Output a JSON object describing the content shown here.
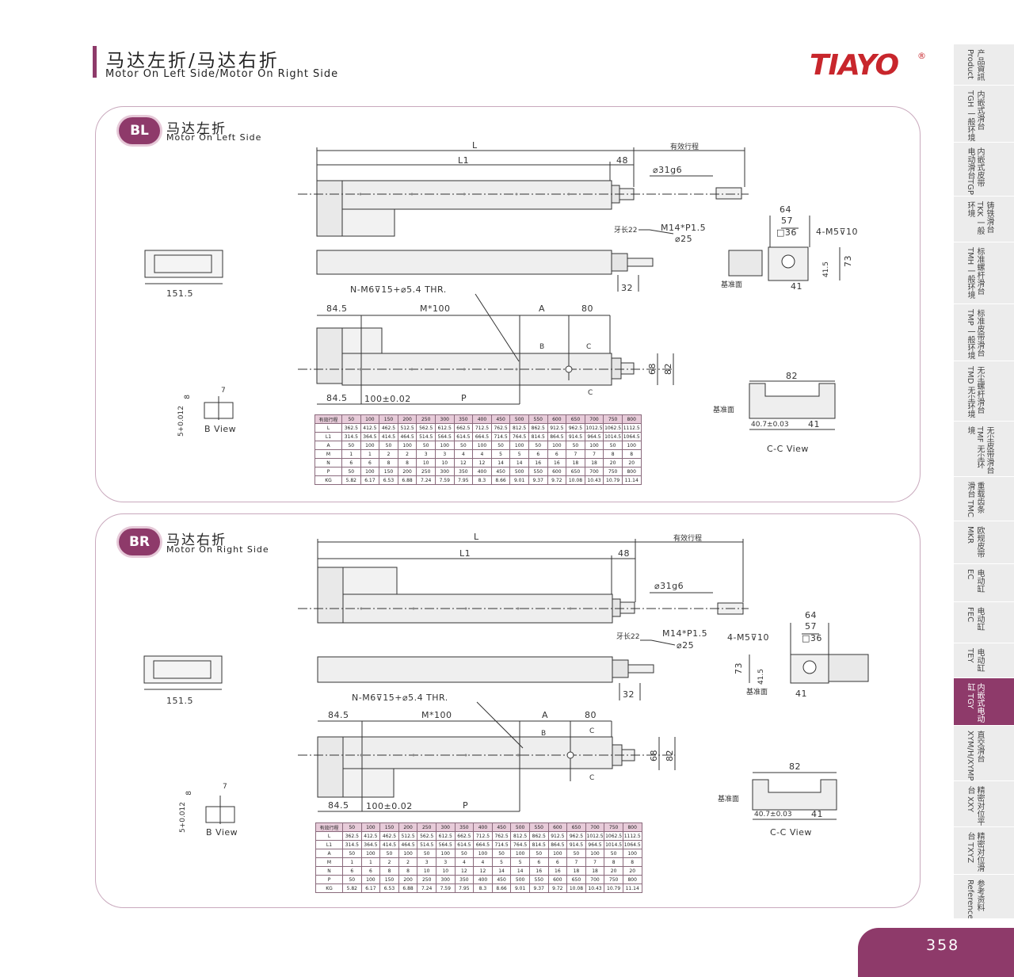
{
  "header": {
    "title_zh": "马达左折/马达右折",
    "title_en": "Motor On Left Side/Motor On Right Side",
    "logo_text": "TIAYO",
    "logo_reg": "®"
  },
  "sections": [
    {
      "badge": "BL",
      "title_zh": "马达左折",
      "title_en": "Motor On Left Side",
      "dims": {
        "L": "L",
        "L1": "L1",
        "d48": "48",
        "stroke": "有效行程",
        "shaft": "⌀31g6",
        "thread_len": "牙长22",
        "m14": "M14*P1.5",
        "d25": "⌀25",
        "d32": "32",
        "d151": "151.5",
        "d64": "64",
        "d57": "57",
        "sq36": "□36",
        "m5": "4-M5⊽10",
        "d73": "73",
        "d41_5": "41.5",
        "d41": "41",
        "ref": "基准面",
        "nm6": "N-M6⊽15+⌀5.4  THR.",
        "d84": "84.5",
        "m100": "M*100",
        "A": "A",
        "d80": "80",
        "B": "B",
        "C": "C",
        "d68": "68",
        "d82": "82",
        "p100": "100±0.02",
        "P": "P",
        "d7": "7",
        "d8": "8",
        "tol": "5+0.012",
        "b_view": "B  View",
        "cd82": "82",
        "c407": "40.7±0.03",
        "c41": "41",
        "cc_view": "C-C  View"
      }
    },
    {
      "badge": "BR",
      "title_zh": "马达右折",
      "title_en": "Motor On Right Side",
      "dims": {
        "L": "L",
        "L1": "L1",
        "d48": "48",
        "stroke": "有效行程",
        "shaft": "⌀31g6",
        "thread_len": "牙长22",
        "m14": "M14*P1.5",
        "d25": "⌀25",
        "d32": "32",
        "d151": "151.5",
        "d64": "64",
        "d57": "57",
        "sq36": "□36",
        "m5": "4-M5⊽10",
        "d73": "73",
        "d41_5": "41.5",
        "d41": "41",
        "ref": "基准面",
        "nm6": "N-M6⊽15+⌀5.4  THR.",
        "d84": "84.5",
        "m100": "M*100",
        "A": "A",
        "d80": "80",
        "B": "B",
        "C": "C",
        "d68": "68",
        "d82": "82",
        "p100": "100±0.02",
        "P": "P",
        "d7": "7",
        "d8": "8",
        "tol": "5+0.012",
        "b_view": "B  View",
        "cd82": "82",
        "c407": "40.7±0.03",
        "c41": "41",
        "cc_view": "C-C  View"
      }
    }
  ],
  "table": {
    "header_label": "有效行程",
    "strokes": [
      "50",
      "100",
      "150",
      "200",
      "250",
      "300",
      "350",
      "400",
      "450",
      "500",
      "550",
      "600",
      "650",
      "700",
      "750",
      "800"
    ],
    "rows": [
      {
        "label": "L",
        "values": [
          "362.5",
          "412.5",
          "462.5",
          "512.5",
          "562.5",
          "612.5",
          "662.5",
          "712.5",
          "762.5",
          "812.5",
          "862.5",
          "912.5",
          "962.5",
          "1012.5",
          "1062.5",
          "1112.5"
        ]
      },
      {
        "label": "L1",
        "values": [
          "314.5",
          "364.5",
          "414.5",
          "464.5",
          "514.5",
          "564.5",
          "614.5",
          "664.5",
          "714.5",
          "764.5",
          "814.5",
          "864.5",
          "914.5",
          "964.5",
          "1014.5",
          "1064.5"
        ]
      },
      {
        "label": "A",
        "values": [
          "50",
          "100",
          "50",
          "100",
          "50",
          "100",
          "50",
          "100",
          "50",
          "100",
          "50",
          "100",
          "50",
          "100",
          "50",
          "100"
        ]
      },
      {
        "label": "M",
        "values": [
          "1",
          "1",
          "2",
          "2",
          "3",
          "3",
          "4",
          "4",
          "5",
          "5",
          "6",
          "6",
          "7",
          "7",
          "8",
          "8"
        ]
      },
      {
        "label": "N",
        "values": [
          "6",
          "6",
          "8",
          "8",
          "10",
          "10",
          "12",
          "12",
          "14",
          "14",
          "16",
          "16",
          "18",
          "18",
          "20",
          "20"
        ]
      },
      {
        "label": "P",
        "values": [
          "50",
          "100",
          "150",
          "200",
          "250",
          "300",
          "350",
          "400",
          "450",
          "500",
          "550",
          "600",
          "650",
          "700",
          "750",
          "800"
        ]
      },
      {
        "label": "KG",
        "values": [
          "5.82",
          "6.17",
          "6.53",
          "6.88",
          "7.24",
          "7.59",
          "7.95",
          "8.3",
          "8.66",
          "9.01",
          "9.37",
          "9.72",
          "10.08",
          "10.43",
          "10.79",
          "11.14"
        ]
      }
    ]
  },
  "side_tabs": [
    {
      "label": "产品資訊 Product",
      "active": false
    },
    {
      "label": "内嵌式滑台TGH 一般环境",
      "active": false
    },
    {
      "label": "内嵌式皮带 电动滑台TGP",
      "active": false
    },
    {
      "label": "铸铁滑台TKK 一般环境",
      "active": false
    },
    {
      "label": "标准螺杆滑台TMH 一般环境",
      "active": false
    },
    {
      "label": "标准皮带滑台TMP 一般环境",
      "active": false
    },
    {
      "label": "无尘螺杆滑台TMD 无尘环境",
      "active": false
    },
    {
      "label": "无尘皮带滑台TMF 无尘环境",
      "active": false
    },
    {
      "label": "重载齿条滑台 TMC",
      "active": false
    },
    {
      "label": "欧规皮带 MKR",
      "active": false
    },
    {
      "label": "电动缸 EC",
      "active": false
    },
    {
      "label": "电动缸 FEC",
      "active": false
    },
    {
      "label": "电动缸 TEY",
      "active": false
    },
    {
      "label": "内嵌式电动缸 TGY",
      "active": true
    },
    {
      "label": "直交滑台 XYM/H/XYMP",
      "active": false
    },
    {
      "label": "精密对位平台 XXY",
      "active": false
    },
    {
      "label": "精密对位滑台 TXYZ",
      "active": false
    },
    {
      "label": "参考资料 Reference",
      "active": false
    }
  ],
  "page_number": "358"
}
